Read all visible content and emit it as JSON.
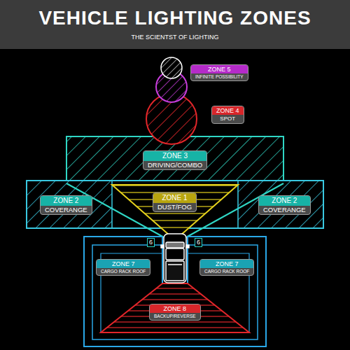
{
  "diagram": {
    "title": "VEHICLE LIGHTING ZONES",
    "nodes": [
      {
        "text": [
          "ZONE 5",
          "INFINITE POSSIBILITY"
        ]
      },
      {
        "text": [
          "ZONE 4",
          "SPOT"
        ]
      },
      {
        "text": [
          "ZONE 3",
          "DRIVING/COMBO"
        ]
      },
      {
        "text": [
          "ZONE 2",
          "COVERANGE"
        ]
      },
      {
        "text": [
          "ZONE 1",
          "DUST/FOG"
        ]
      },
      {
        "text": [
          "ZONE 2",
          "COVERANGE"
        ]
      },
      {
        "text": [
          "6"
        ]
      },
      {
        "text": [
          "6"
        ]
      },
      {
        "text": [
          "ZONE 7",
          "CARGO RACK ROOF"
        ]
      },
      {
        "text": [
          "ZONE 7",
          "CARGO RACK ROOF"
        ]
      },
      {
        "text": [
          "ZONE 8",
          "BACKUP/REVERSE"
        ]
      }
    ],
    "labels": [
      "THE SCIENTST OF LIGHTING"
    ]
  }
}
